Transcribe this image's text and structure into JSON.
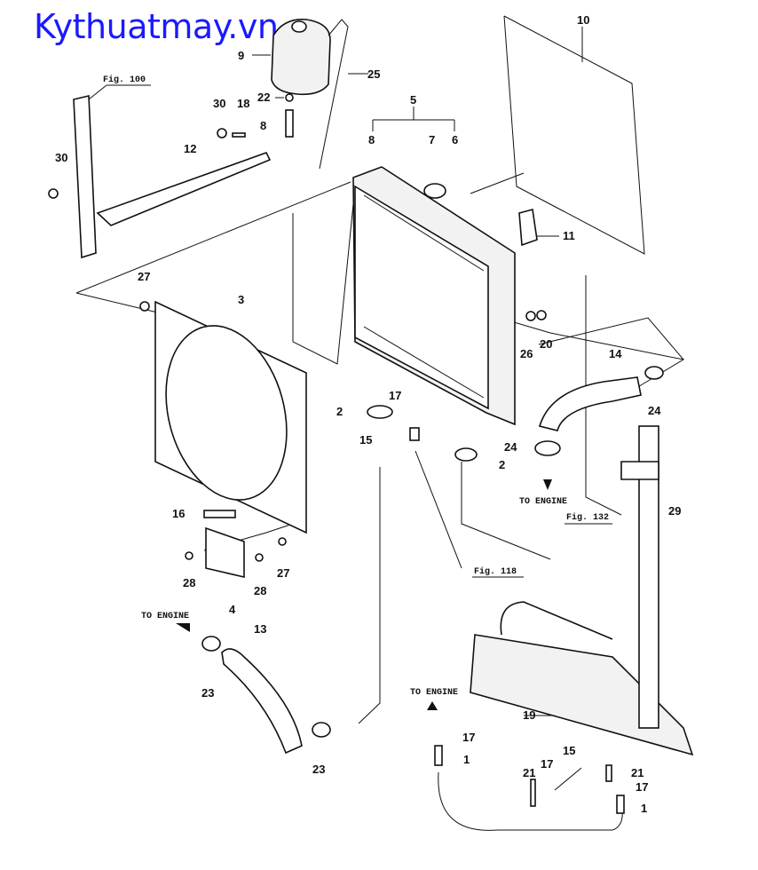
{
  "watermark": "Kythuatmay.vn",
  "figure_refs": {
    "fig100": "Fig. 100",
    "fig132": "Fig. 132",
    "fig118": "Fig. 118"
  },
  "notes": {
    "to_engine_1": "TO ENGINE",
    "to_engine_2": "TO ENGINE",
    "to_engine_3": "TO ENGINE"
  },
  "callouts": [
    "10",
    "9",
    "25",
    "22",
    "30",
    "18",
    "8",
    "5",
    "8",
    "7",
    "6",
    "12",
    "30",
    "11",
    "27",
    "3",
    "26",
    "20",
    "14",
    "24",
    "2",
    "17",
    "15",
    "2",
    "24",
    "29",
    "16",
    "28",
    "28",
    "27",
    "4",
    "13",
    "23",
    "23",
    "19",
    "17",
    "1",
    "15",
    "17",
    "21",
    "21",
    "17",
    "1"
  ]
}
